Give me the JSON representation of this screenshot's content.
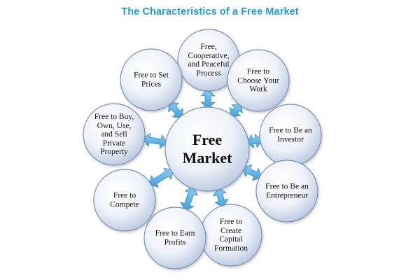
{
  "title": "The Characteristics of a Free Market",
  "colors": {
    "title": "#1d9fd6",
    "arrow": "#5ab2e6",
    "arrow_edge": "#2f86c4",
    "circle_edge": "#7c8fae",
    "circle_fill": "#ffffff",
    "circle_shade": "#b5c3dc"
  },
  "center": {
    "lines": [
      "Free",
      "Market"
    ]
  },
  "nodes": [
    {
      "id": "cooperative",
      "lines": [
        "Free,",
        "Cooperative,",
        "and Peaceful",
        "Process"
      ]
    },
    {
      "id": "choose-work",
      "lines": [
        "Free to",
        "Choose Your",
        "Work"
      ]
    },
    {
      "id": "investor",
      "lines": [
        "Free to Be an",
        "Investor"
      ]
    },
    {
      "id": "entrepreneur",
      "lines": [
        "Free to Be an",
        "Entrepreneur"
      ]
    },
    {
      "id": "capital-formation",
      "lines": [
        "Free to",
        "Create",
        "Capital",
        "Formation"
      ]
    },
    {
      "id": "earn-profits",
      "lines": [
        "Free to Earn",
        "Profits"
      ]
    },
    {
      "id": "compete",
      "lines": [
        "Free to",
        "Compete"
      ]
    },
    {
      "id": "private-property",
      "lines": [
        "Free to Buy,",
        "Own, Use,",
        "and Sell",
        "Private",
        "Property"
      ]
    },
    {
      "id": "set-prices",
      "lines": [
        "Free to Set",
        "Prices"
      ]
    }
  ]
}
